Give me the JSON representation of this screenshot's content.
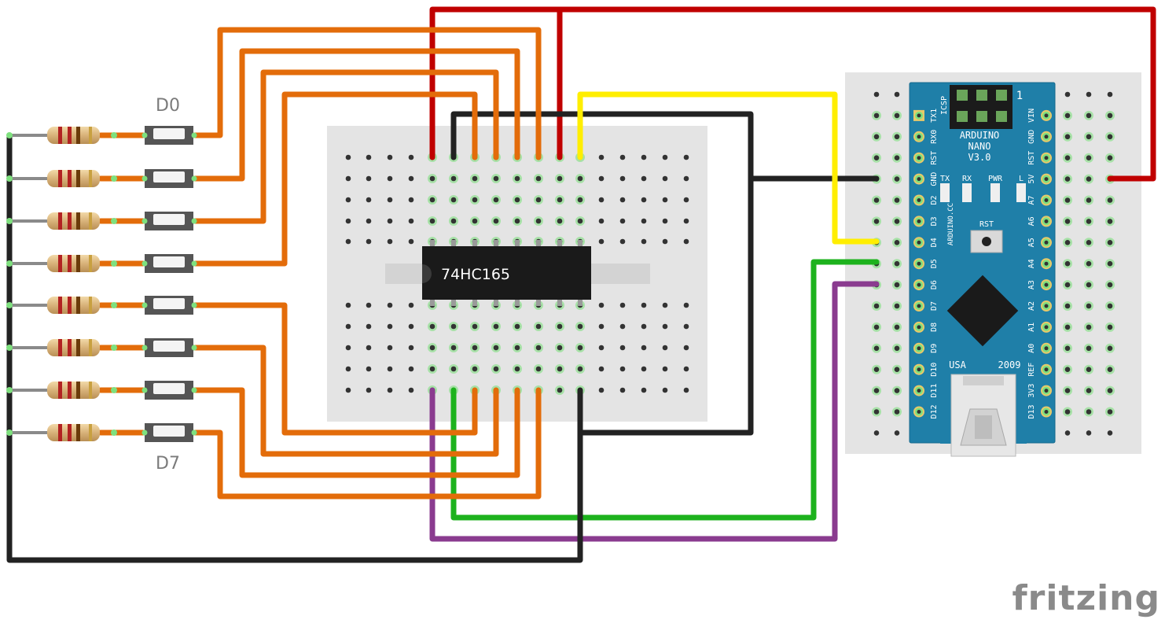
{
  "labels": {
    "top_switch": "D0",
    "bottom_switch": "D7",
    "chip": "74HC165",
    "watermark": "fritzing"
  },
  "arduino": {
    "name_line1": "ARDUINO",
    "name_line2": "NANO",
    "version": "V3.0",
    "icsp": "ICSP",
    "icsp_num": "1",
    "usa": "USA",
    "year": "2009",
    "site": "ARDUINO.CC",
    "rst_button": "RST",
    "leds": [
      "TX",
      "RX",
      "PWR",
      "L"
    ],
    "left_pins": [
      "TX1",
      "RX0",
      "RST",
      "GND",
      "D2",
      "D3",
      "D4",
      "D5",
      "D6",
      "D7",
      "D8",
      "D9",
      "D10",
      "D11",
      "D12"
    ],
    "right_pins": [
      "VIN",
      "GND",
      "RST",
      "5V",
      "A7",
      "A6",
      "A5",
      "A4",
      "A3",
      "A2",
      "A1",
      "A0",
      "REF",
      "3V3",
      "D13"
    ]
  },
  "colors": {
    "orange_wire": "#e36c0a",
    "red_wire": "#c00000",
    "black_wire": "#1f1f1f",
    "yellow_wire": "#ffee00",
    "green_wire": "#1db21d",
    "purple_wire": "#8a3b8f",
    "nano_board": "#1f7fa8",
    "breadboard": "#e3e3e3"
  }
}
